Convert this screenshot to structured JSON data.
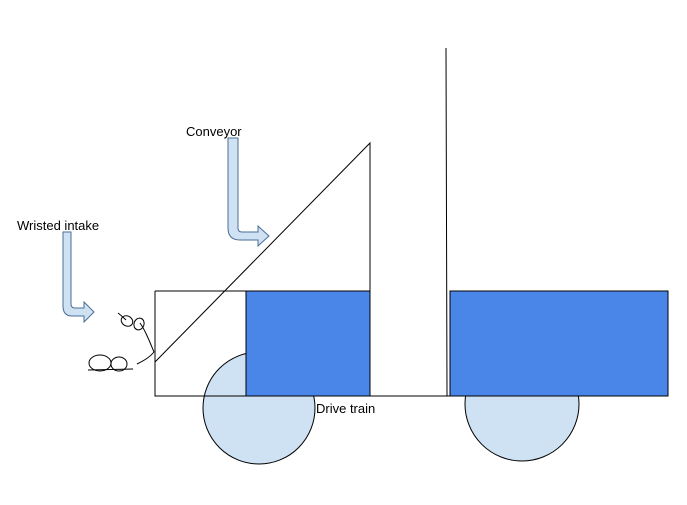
{
  "labels": {
    "conveyor": "Conveyor",
    "wristed_intake": "Wristed intake",
    "drive_train": "Drive train"
  },
  "colors": {
    "block_fill": "#4a86e8",
    "wheel_fill": "#cfe2f3",
    "arrow_fill": "#cfe2f3",
    "stroke": "#000000",
    "arrow_stroke": "#4a6f96"
  },
  "icons": {
    "conveyor_pointer": "bent-arrow-right",
    "intake_pointer": "bent-arrow-right"
  }
}
